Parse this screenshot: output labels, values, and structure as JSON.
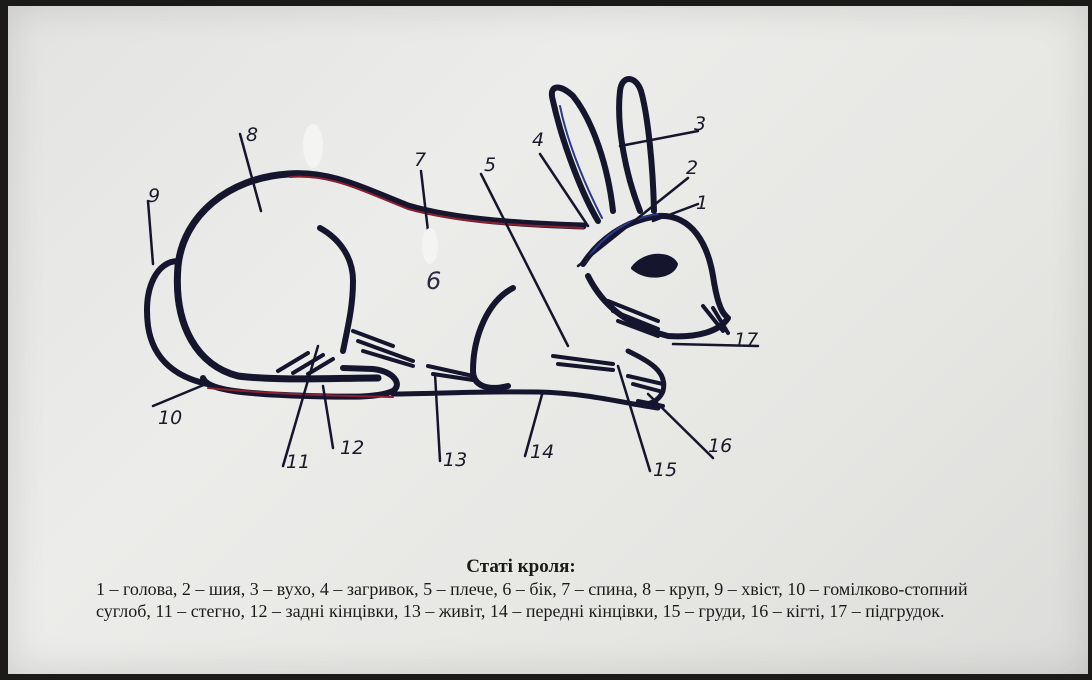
{
  "diagram": {
    "labels": [
      {
        "id": "1",
        "text": "1"
      },
      {
        "id": "2",
        "text": "2"
      },
      {
        "id": "3",
        "text": "3"
      },
      {
        "id": "4",
        "text": "4"
      },
      {
        "id": "5",
        "text": "5"
      },
      {
        "id": "6",
        "text": "6"
      },
      {
        "id": "7",
        "text": "7"
      },
      {
        "id": "8",
        "text": "8"
      },
      {
        "id": "9",
        "text": "9"
      },
      {
        "id": "10",
        "text": "10"
      },
      {
        "id": "11",
        "text": "11"
      },
      {
        "id": "12",
        "text": "12"
      },
      {
        "id": "13",
        "text": "13"
      },
      {
        "id": "14",
        "text": "14"
      },
      {
        "id": "15",
        "text": "15"
      },
      {
        "id": "16",
        "text": "16"
      },
      {
        "id": "17",
        "text": "17"
      }
    ],
    "colors": {
      "ink": "#15152e",
      "red_tint": "#8a2030",
      "blue_tint": "#2a3a8a",
      "paper": "#e6e6e3"
    }
  },
  "caption": {
    "title": "Статі кроля:",
    "legend": "1 – голова, 2 – шия, 3 – вухо,  4 – загривок, 5 – плече, 6 – бік, 7 – спина, 8 – круп, 9 – хвіст, 10 – гомілково-стопний суглоб, 11 – стегно, 12 – задні кінцівки, 13 – живіт, 14 – передні кінцівки, 15 – груди, 16 – кігті, 17 – підгрудок."
  }
}
